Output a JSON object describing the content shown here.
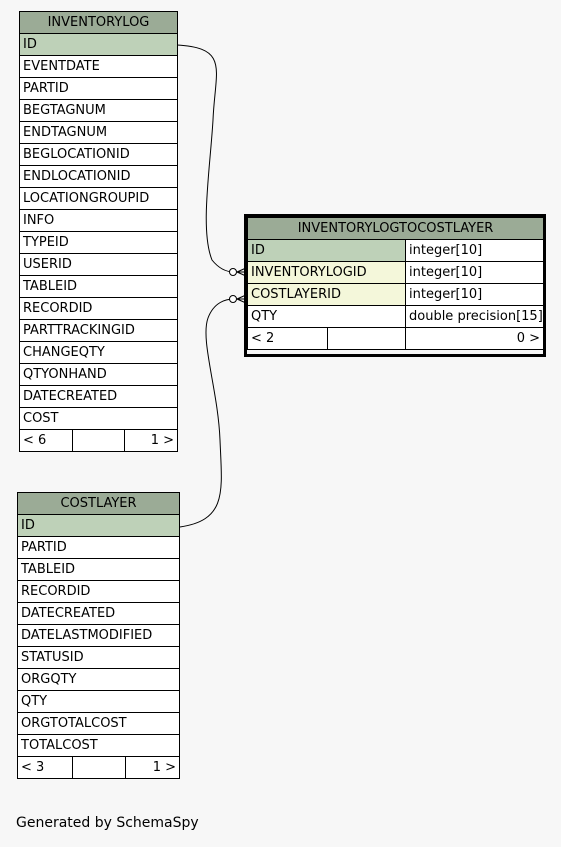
{
  "tables": {
    "inventorylog": {
      "name": "INVENTORYLOG",
      "columns": [
        "ID",
        "EVENTDATE",
        "PARTID",
        "BEGTAGNUM",
        "ENDTAGNUM",
        "BEGLOCATIONID",
        "ENDLOCATIONID",
        "LOCATIONGROUPID",
        "INFO",
        "TYPEID",
        "USERID",
        "TABLEID",
        "RECORDID",
        "PARTTRACKINGID",
        "CHANGEQTY",
        "QTYONHAND",
        "DATECREATED",
        "COST"
      ],
      "footer": {
        "parents": "< 6",
        "children": "1 >"
      }
    },
    "inventorylogtocostlayer": {
      "name": "INVENTORYLOGTOCOSTLAYER",
      "columns": [
        {
          "name": "ID",
          "type": "integer[10]"
        },
        {
          "name": "INVENTORYLOGID",
          "type": "integer[10]"
        },
        {
          "name": "COSTLAYERID",
          "type": "integer[10]"
        },
        {
          "name": "QTY",
          "type": "double precision[15]"
        }
      ],
      "footer": {
        "parents": "< 2",
        "children": "0 >"
      }
    },
    "costlayer": {
      "name": "COSTLAYER",
      "columns": [
        "ID",
        "PARTID",
        "TABLEID",
        "RECORDID",
        "DATECREATED",
        "DATELASTMODIFIED",
        "STATUSID",
        "ORGQTY",
        "QTY",
        "ORGTOTALCOST",
        "TOTALCOST"
      ],
      "footer": {
        "parents": "< 3",
        "children": "1 >"
      }
    }
  },
  "relationships": [
    {
      "from": "INVENTORYLOG.ID",
      "to": "INVENTORYLOGTOCOSTLAYER.INVENTORYLOGID"
    },
    {
      "from": "COSTLAYER.ID",
      "to": "INVENTORYLOGTOCOSTLAYER.COSTLAYERID"
    }
  ],
  "colors": {
    "header": "#9bab96",
    "primary_key": "#bed1b8",
    "foreign_key": "#f4f7da",
    "background": "#f7f7f7"
  },
  "footer_text": "Generated by SchemaSpy"
}
